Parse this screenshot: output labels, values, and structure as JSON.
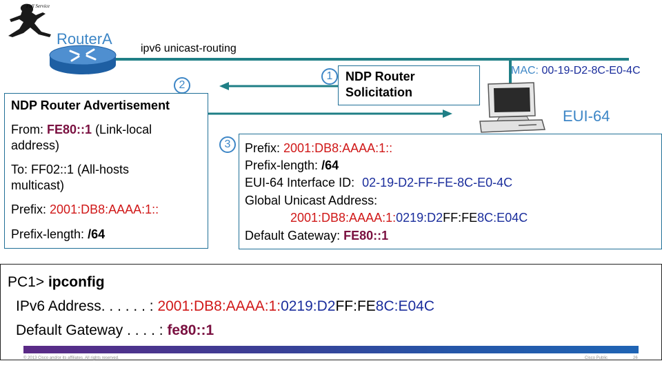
{
  "logo": {
    "text": "Full Service"
  },
  "router": {
    "name": "RouterA",
    "command": "ipv6 unicast-routing"
  },
  "steps": {
    "one": "1",
    "two": "2",
    "three": "3"
  },
  "rs": {
    "title_line1": "NDP Router",
    "title_line2": "Solicitation"
  },
  "host": {
    "mac_label": "MAC:",
    "mac_value": "00-19-D2-8C-E0-4C",
    "eui_label": "EUI-64"
  },
  "ra": {
    "title": "NDP Router Advertisement",
    "from_label": "From:",
    "from_value": "FE80::1",
    "from_suffix": "(Link-local",
    "from_line2": "address)",
    "to_line1": "To: FF02::1 (All-hosts",
    "to_line2": "multicast)",
    "prefix_label": "Prefix:",
    "prefix_value": "2001:DB8:AAAA:1::",
    "plen_label": "Prefix-length:",
    "plen_value": "/64"
  },
  "info": {
    "prefix_label": "Prefix:",
    "prefix_value": "2001:DB8:AAAA:1::",
    "plen_label": "Prefix-length:",
    "plen_value": "/64",
    "eui_label": "EUI-64 Interface ID:",
    "eui_value": "02-19-D2-FF-FE-8C-E0-4C",
    "gua_label": "Global Unicast Address:",
    "gua_prefix": "2001:DB8:AAAA:1:",
    "gua_p1": "0219:D2",
    "gua_p2": "FF:FE",
    "gua_p3": "8C:E04C",
    "gw_label": "Default Gateway:",
    "gw_value": "FE80::1"
  },
  "cmd": {
    "prompt": "PC1>",
    "command": "ipconfig",
    "ipv6_label": "IPv6 Address. . . . . . :",
    "ipv6_prefix": "2001:DB8:AAAA:1:",
    "ipv6_p1": "0219:D2",
    "ipv6_p2": "FF:FE",
    "ipv6_p3": "8C:E04C",
    "gw_label": "Default Gateway . . . . :",
    "gw_value": "fe80::1"
  },
  "footer": {
    "copyright": "© 2013 Cisco and/or its affiliates. All rights reserved.",
    "classification": "Cisco Public",
    "page": "26"
  },
  "colors": {
    "red": "#d01818",
    "blue": "#1a2d9c",
    "maroon": "#7a1040",
    "teal": "#1f7f86",
    "circle": "#3d86c6"
  }
}
